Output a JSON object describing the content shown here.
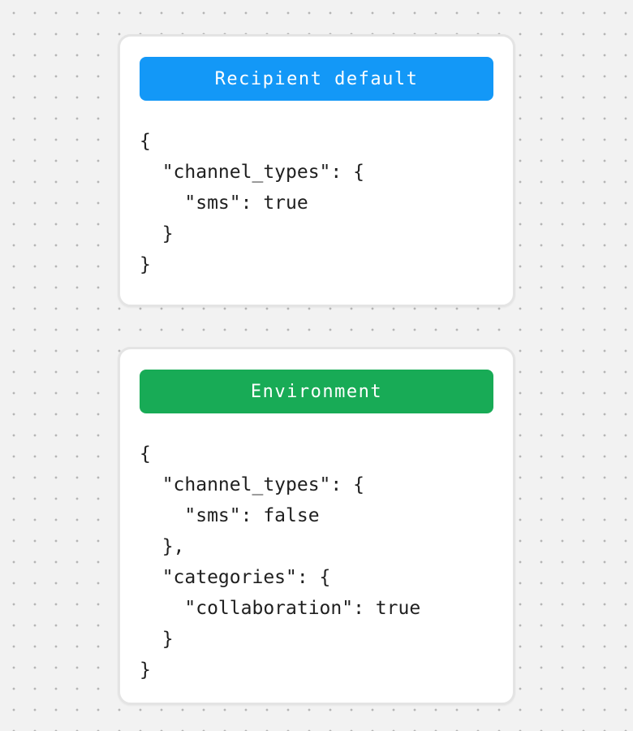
{
  "canvas": {
    "background_color": "#f2f2f2",
    "dot_color": "#b5b5b5"
  },
  "cards": [
    {
      "title": "Recipient default",
      "accent_color": "#1398f7",
      "code": "{\n  \"channel_types\": {\n    \"sms\": true\n  }\n}"
    },
    {
      "title": "Environment",
      "accent_color": "#18ab56",
      "code": "{\n  \"channel_types\": {\n    \"sms\": false\n  },\n  \"categories\": {\n    \"collaboration\": true\n  }\n}"
    }
  ]
}
